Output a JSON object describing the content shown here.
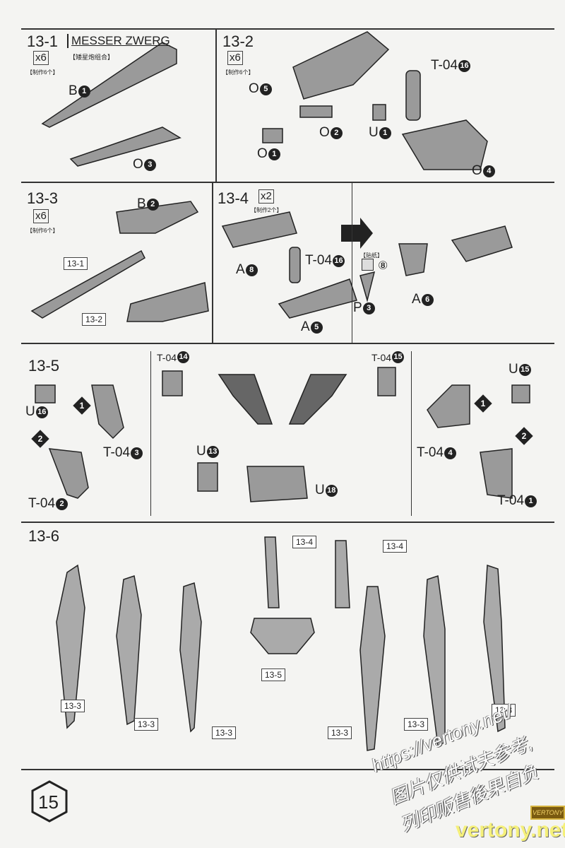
{
  "steps": {
    "s1": {
      "title": "13-1",
      "name": "MESSER ZWERG",
      "subtitle": "【矮星炮组合】",
      "qty": "x6",
      "note": "【制作6个】"
    },
    "s2": {
      "title": "13-2",
      "qty": "x6",
      "note": "【制作6个】"
    },
    "s3": {
      "title": "13-3",
      "qty": "x6",
      "note": "【制作6个】"
    },
    "s4": {
      "title": "13-4",
      "qty": "x2",
      "note": "【制作2个】",
      "sticker_label": "【贴纸】",
      "sticker_num": "⑧"
    },
    "s5": {
      "title": "13-5",
      "step1": "1",
      "step2": "2"
    },
    "s6": {
      "title": "13-6"
    }
  },
  "parts": {
    "b1": {
      "c": "B",
      "n": "1"
    },
    "o3": {
      "c": "O",
      "n": "3"
    },
    "o5": {
      "c": "O",
      "n": "5"
    },
    "t0416a": {
      "c": "T-04",
      "n": "16"
    },
    "o2": {
      "c": "O",
      "n": "2"
    },
    "u1": {
      "c": "U",
      "n": "1"
    },
    "o1": {
      "c": "O",
      "n": "1"
    },
    "o4": {
      "c": "O",
      "n": "4"
    },
    "b2": {
      "c": "B",
      "n": "2"
    },
    "a8": {
      "c": "A",
      "n": "8"
    },
    "t0416b": {
      "c": "T-04",
      "n": "16"
    },
    "a5": {
      "c": "A",
      "n": "5"
    },
    "p3": {
      "c": "P",
      "n": "3"
    },
    "a6": {
      "c": "A",
      "n": "6"
    },
    "t0414": {
      "c": "T-04",
      "n": "14"
    },
    "t0415": {
      "c": "T-04",
      "n": "15"
    },
    "u16": {
      "c": "U",
      "n": "16"
    },
    "t043": {
      "c": "T-04",
      "n": "3"
    },
    "t042": {
      "c": "T-04",
      "n": "2"
    },
    "u13": {
      "c": "U",
      "n": "13"
    },
    "u18": {
      "c": "U",
      "n": "18"
    },
    "u15": {
      "c": "U",
      "n": "15"
    },
    "t044": {
      "c": "T-04",
      "n": "4"
    },
    "t041": {
      "c": "T-04",
      "n": "1"
    }
  },
  "refs": {
    "r131": "13-1",
    "r132": "13-2",
    "r134a": "13-4",
    "r134b": "13-4",
    "r135": "13-5",
    "r133": "13-3"
  },
  "page_number": "15",
  "watermark": {
    "url": "https://vertony.net/",
    "line1": "图片仅供试夫参考,",
    "line2": "列印贩售後果自负",
    "brand": "vertony.net",
    "logo": "VERTONY"
  }
}
